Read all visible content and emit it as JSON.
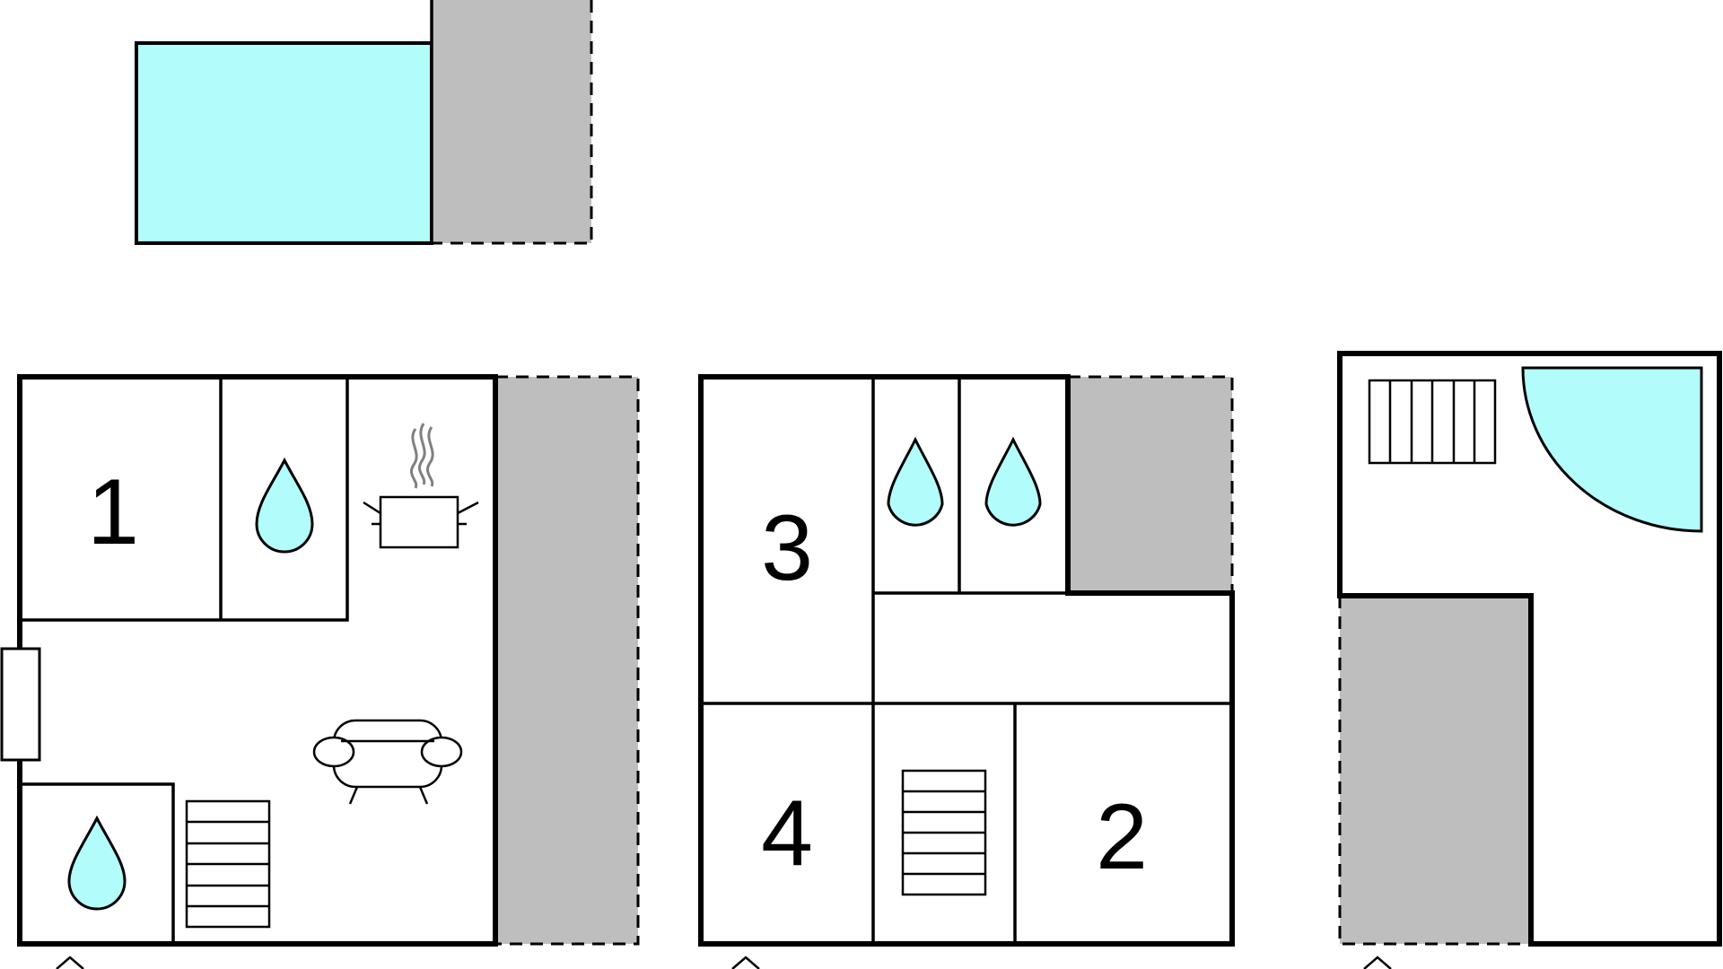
{
  "colors": {
    "water": "#b2fcfc",
    "outdoor": "#bebebe",
    "wall": "#000000",
    "steam": "#808080"
  },
  "rooms": {
    "bedroom_1": "1",
    "bedroom_2": "2",
    "bedroom_3": "3",
    "bedroom_4": "4"
  },
  "icons": {
    "bathroom": "water-drop-icon",
    "kitchen": "cooking-pot-icon",
    "living": "sofa-icon",
    "stairs": "staircase-icon",
    "pool": "swimming-pool-icon",
    "jacuzzi": "hot-tub-icon"
  }
}
